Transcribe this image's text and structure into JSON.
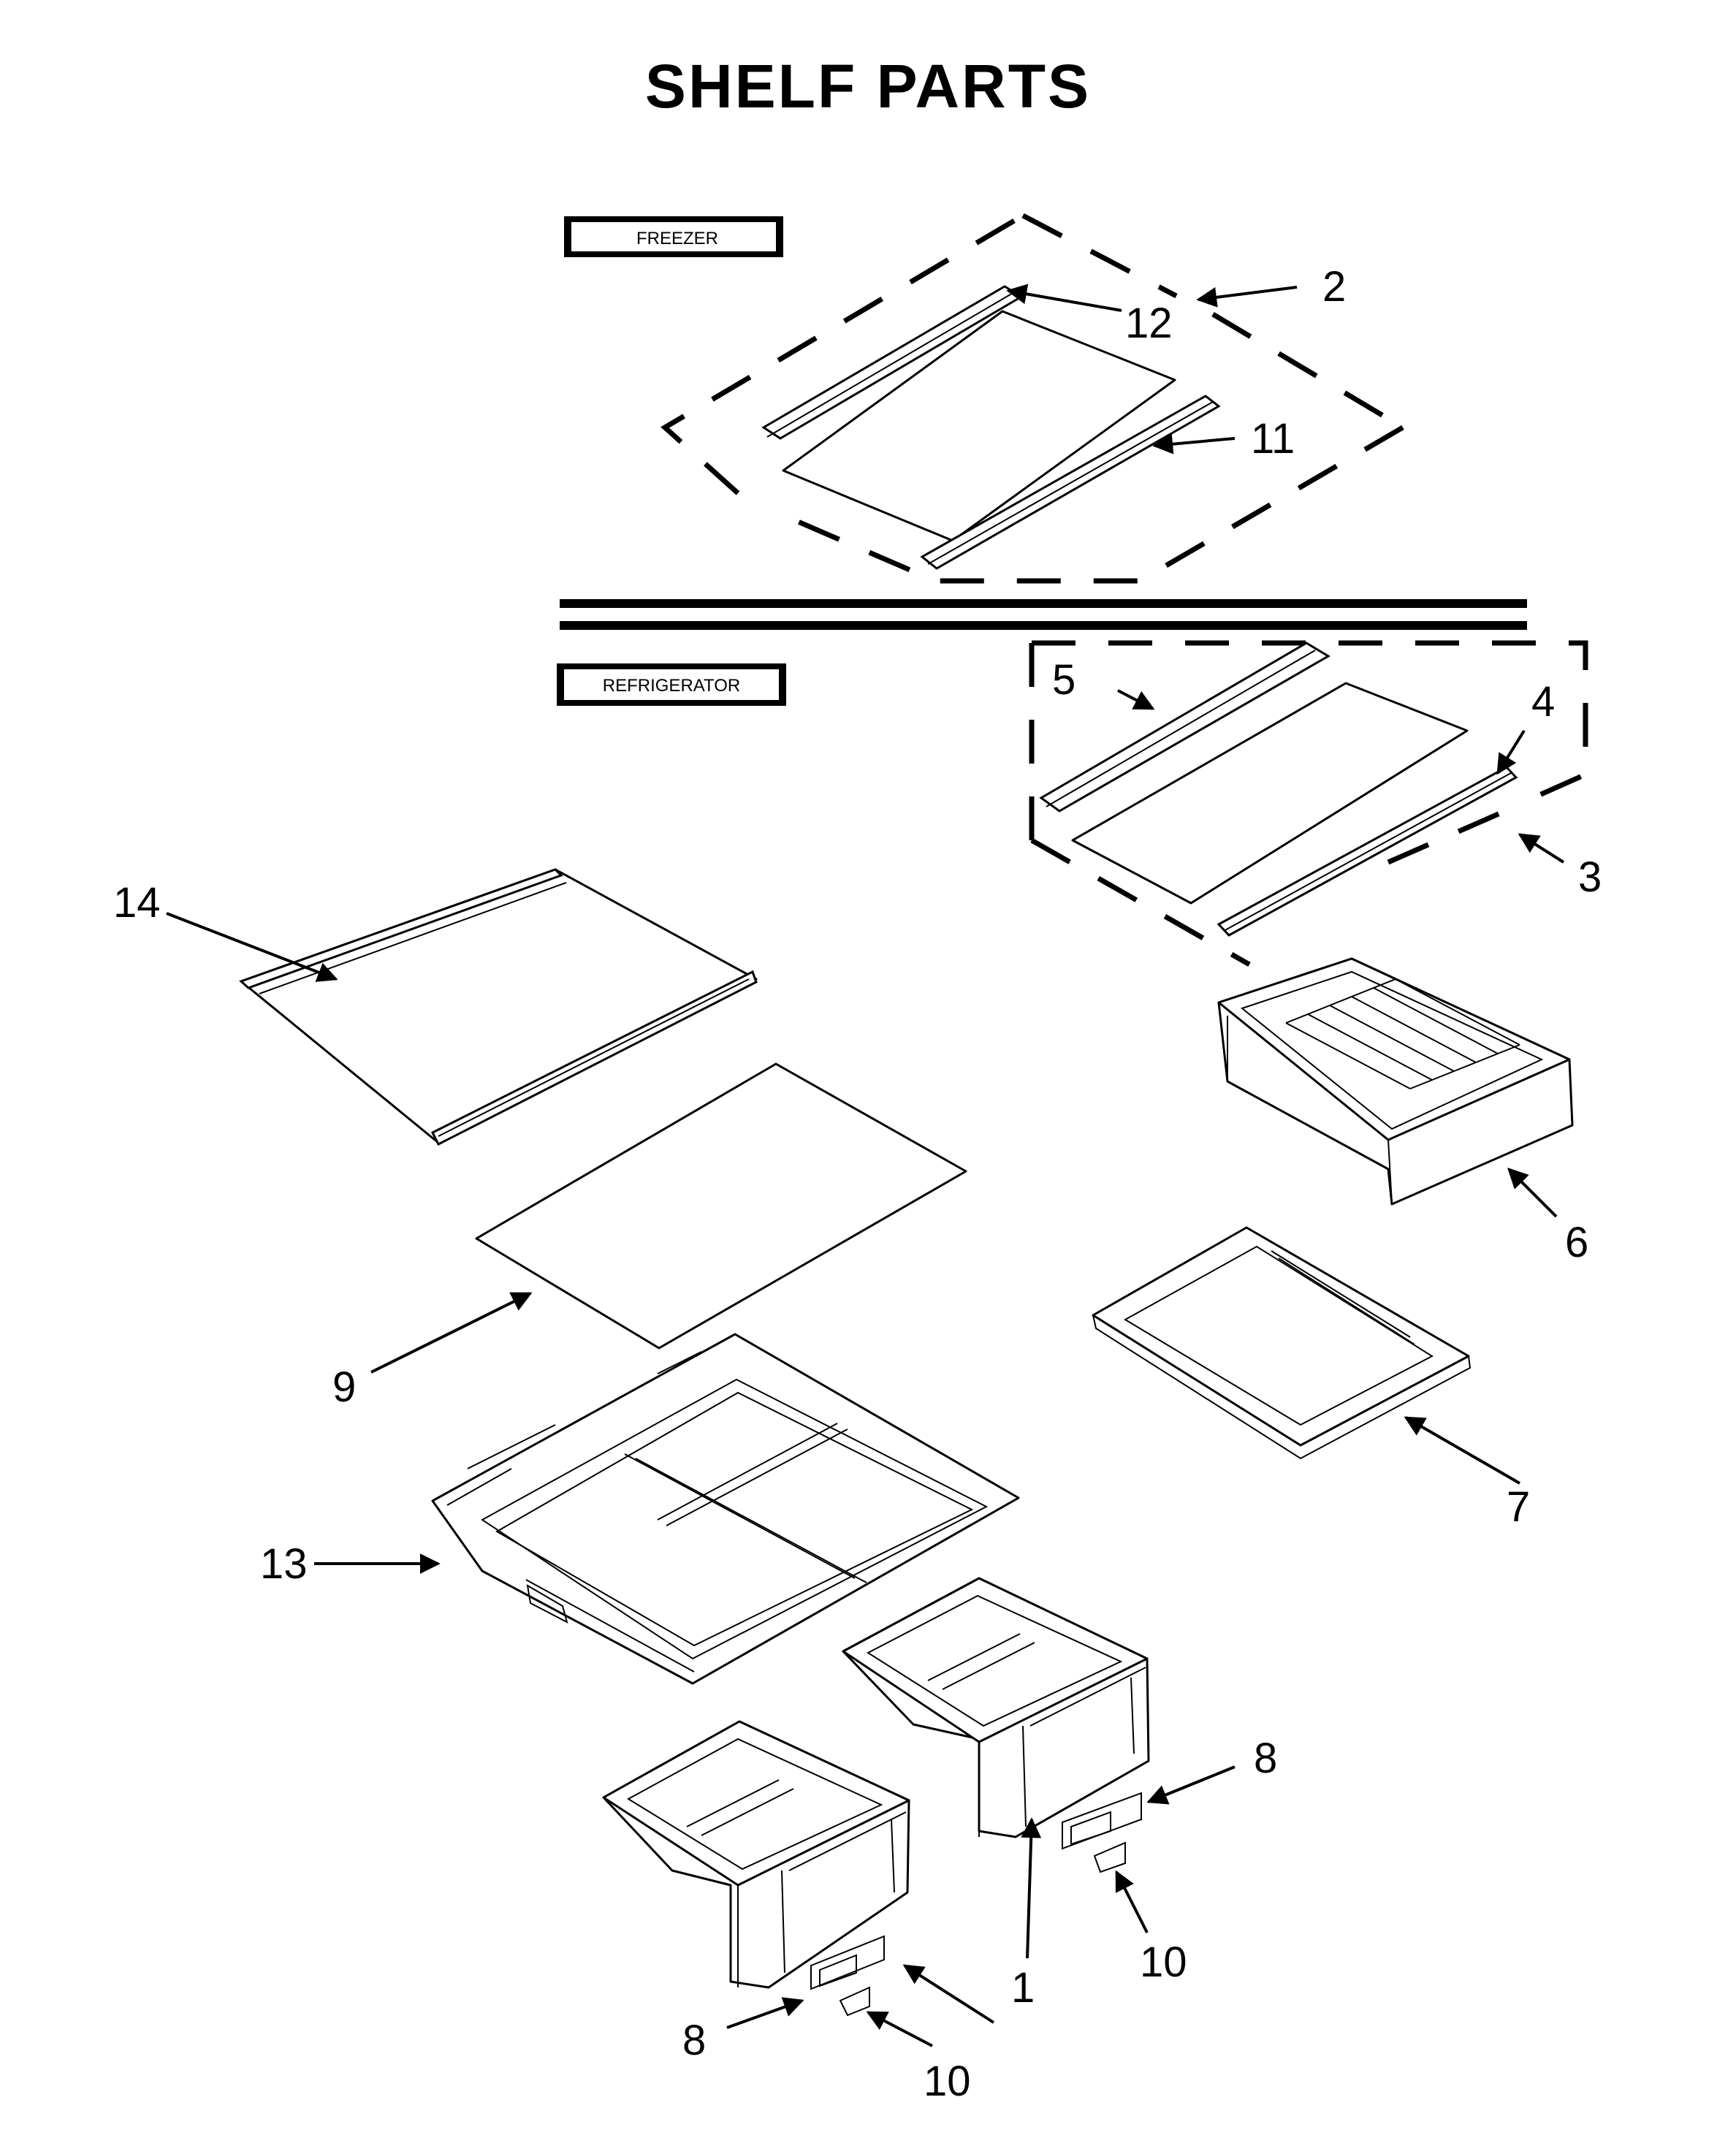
{
  "title": "SHELF PARTS",
  "sections": {
    "freezer": "FREEZER",
    "refrigerator": "REFRIGERATOR"
  },
  "callouts": [
    {
      "id": "c2",
      "text": "2"
    },
    {
      "id": "c12",
      "text": "12"
    },
    {
      "id": "c11",
      "text": "11"
    },
    {
      "id": "c5",
      "text": "5"
    },
    {
      "id": "c4",
      "text": "4"
    },
    {
      "id": "c3",
      "text": "3"
    },
    {
      "id": "c14",
      "text": "14"
    },
    {
      "id": "c6",
      "text": "6"
    },
    {
      "id": "c9",
      "text": "9"
    },
    {
      "id": "c7",
      "text": "7"
    },
    {
      "id": "c13",
      "text": "13"
    },
    {
      "id": "c8a",
      "text": "8"
    },
    {
      "id": "c10a",
      "text": "10"
    },
    {
      "id": "c1",
      "text": "1"
    },
    {
      "id": "c8b",
      "text": "8"
    },
    {
      "id": "c10b",
      "text": "10"
    }
  ]
}
